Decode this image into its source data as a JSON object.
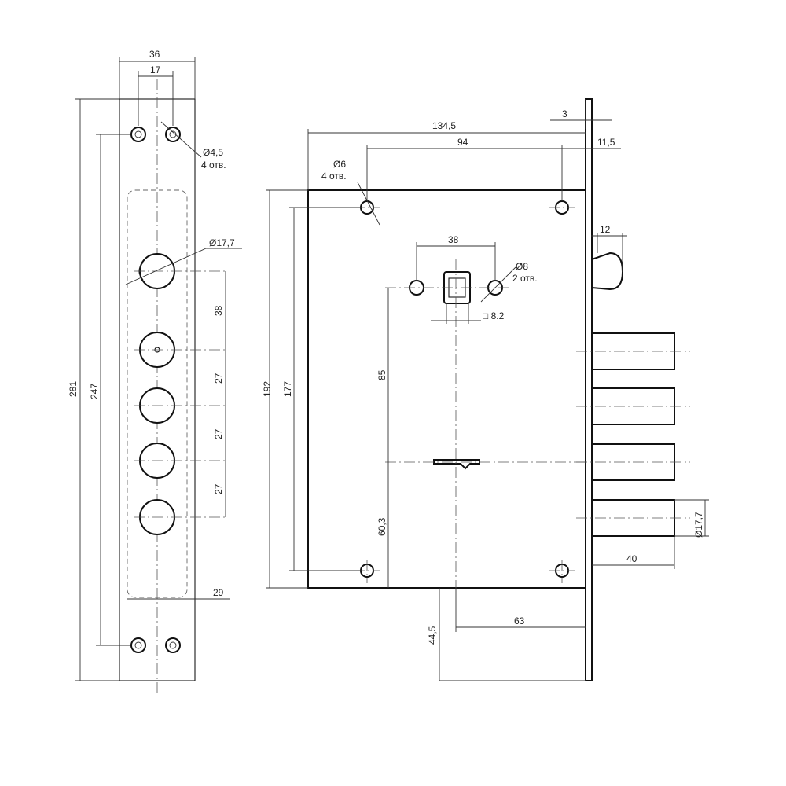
{
  "front_plate": {
    "width_total": "36",
    "screw_spacing": "17",
    "screw_hole_dia": "Ø4,5",
    "screw_hole_count": "4 отв.",
    "cylinder_hole_dia": "Ø17,7",
    "height_total": "281",
    "screw_span": "247",
    "spacing_1": "38",
    "spacing_2": "27",
    "spacing_3": "27",
    "spacing_4": "27",
    "inner_width": "29"
  },
  "lock_body": {
    "backset_total": "134,5",
    "mount_holes_spacing": "94",
    "plate_thickness": "3",
    "plate_offset": "11,5",
    "mount_hole_dia": "Ø6",
    "mount_hole_count": "4 отв.",
    "spindle_holes_spacing": "38",
    "spindle_hole_dia": "Ø8",
    "spindle_hole_count": "2 отв.",
    "square_spindle": "□ 8.2",
    "latch_width": "12",
    "body_height": "192",
    "holes_span": "177",
    "spindle_to_key": "85",
    "key_to_holes": "60,3",
    "bottom_offset": "44,5",
    "key_offset": "63",
    "bolt_dia": "Ø17,7",
    "bolt_throw": "40"
  }
}
